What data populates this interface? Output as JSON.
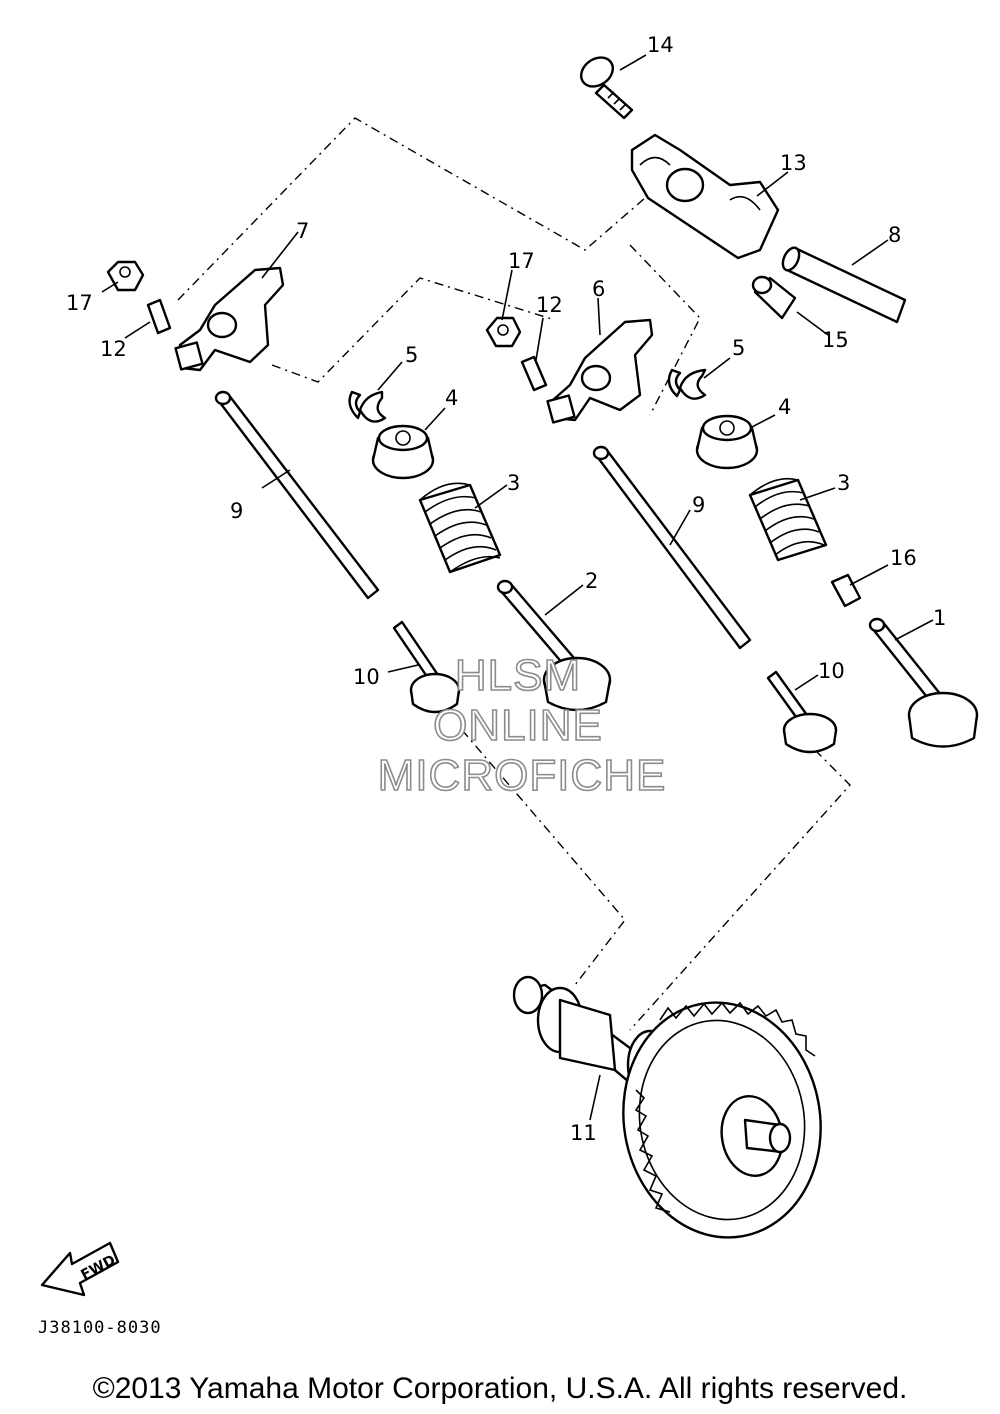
{
  "diagram": {
    "callouts": {
      "n1": "1",
      "n2": "2",
      "n3a": "3",
      "n3b": "3",
      "n4a": "4",
      "n4b": "4",
      "n5a": "5",
      "n5b": "5",
      "n6": "6",
      "n7": "7",
      "n8": "8",
      "n9a": "9",
      "n9b": "9",
      "n10a": "10",
      "n10b": "10",
      "n11": "11",
      "n12a": "12",
      "n12b": "12",
      "n13": "13",
      "n14": "14",
      "n15": "15",
      "n16": "16",
      "n17a": "17",
      "n17b": "17"
    },
    "watermark": {
      "line1": "HLSM",
      "line2": "ONLINE",
      "line3": "MICROFICHE"
    },
    "fwd_arrow_text": "FWD",
    "ref_code": "J38100-8030"
  },
  "footer": {
    "copyright": "©2013 Yamaha Motor Corporation, U.S.A. All rights reserved."
  }
}
